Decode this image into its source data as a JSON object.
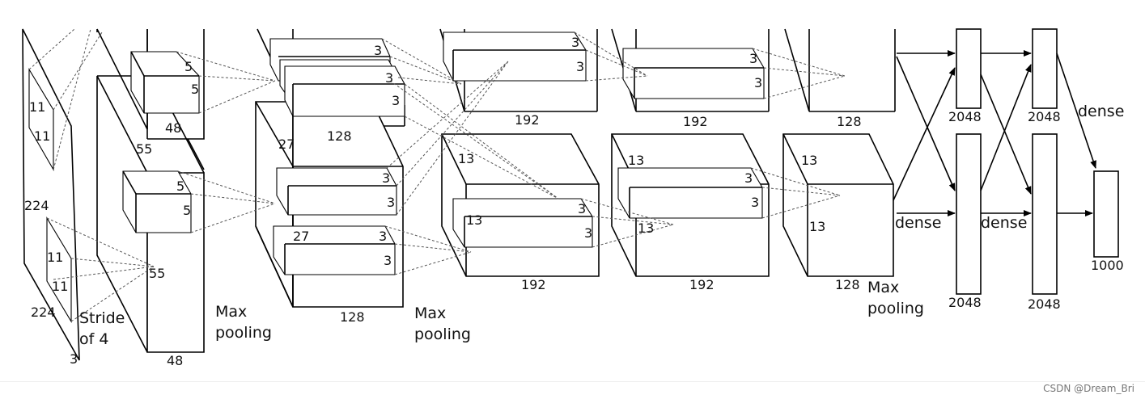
{
  "labels": {
    "l224a": "224",
    "l224b": "224",
    "l3": "3",
    "l11a": "11",
    "l11b": "11",
    "l11c": "11",
    "l11d": "11",
    "stride1": "Stride",
    "stride2": "of 4",
    "l55a": "55",
    "l55b": "55",
    "l5a": "5",
    "l5b": "5",
    "l5c": "5",
    "l5d": "5",
    "l48a": "48",
    "l48b": "48",
    "mp1a": "Max",
    "mp1b": "pooling",
    "l27a": "27",
    "l27b": "27",
    "l3a": "3",
    "l3b": "3",
    "l3c": "3",
    "l3d": "3",
    "l3e": "3",
    "l3f": "3",
    "l3g": "3",
    "l128a": "128",
    "l128b": "128",
    "mp2a": "Max",
    "mp2b": "pooling",
    "l3h": "3",
    "l3i": "3",
    "l3j": "3",
    "l3k": "3",
    "l13a": "13",
    "l13b": "13",
    "l192a": "192",
    "l192b": "192",
    "l3l": "3",
    "l3m": "3",
    "l3n": "3",
    "l3o": "3",
    "l13c": "13",
    "l13d": "13",
    "l192c": "192",
    "l192d": "192",
    "l13e": "13",
    "l13f": "13",
    "l128c": "128",
    "l128d": "128",
    "mp3a": "Max",
    "mp3b": "pooling",
    "d1": "dense",
    "d2": "dense",
    "d3": "dense",
    "n2048a": "2048",
    "n2048b": "2048",
    "n2048c": "2048",
    "n2048d": "2048",
    "n1000": "1000"
  },
  "watermark": "CSDN @Dream_Bri"
}
